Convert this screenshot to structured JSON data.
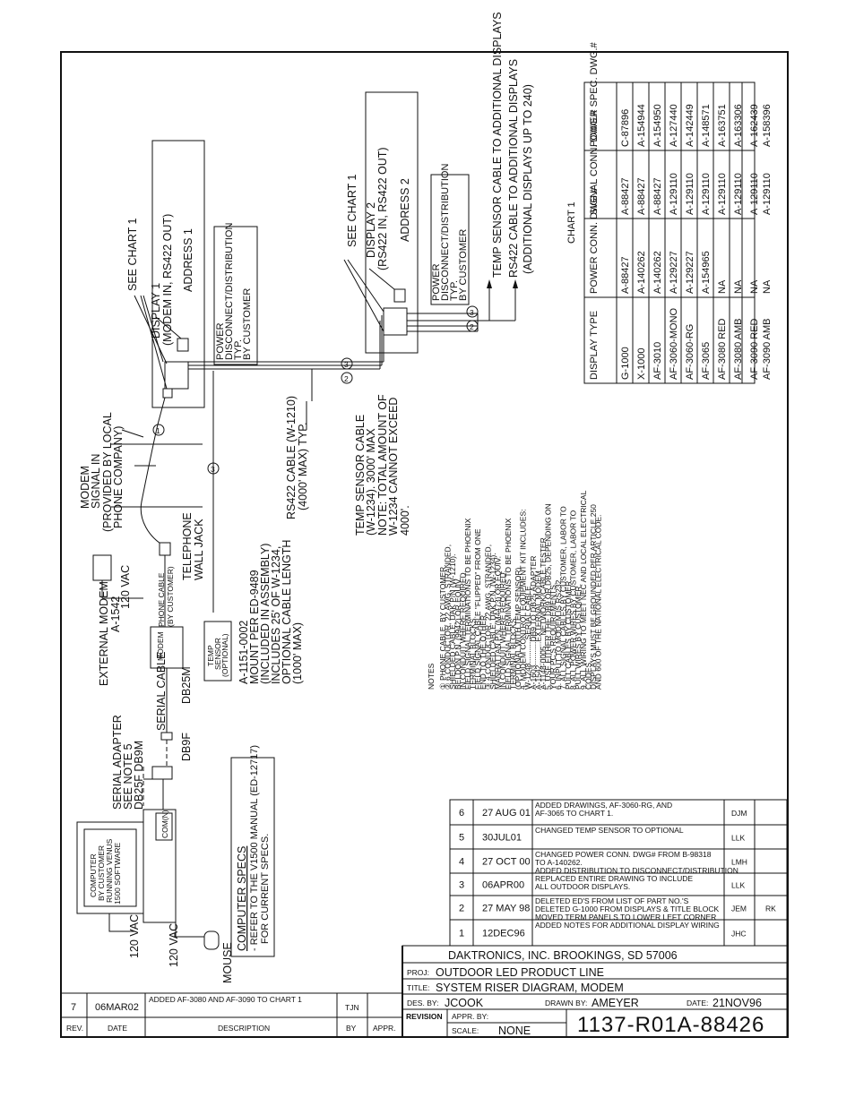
{
  "chart1": {
    "title": "CHART 1",
    "headers": [
      "DISPLAY TYPE",
      "POWER CONN. DWG.#",
      "SIGNAL CONN. DWG.#",
      "POWER SPEC. DWG.#"
    ],
    "rows": [
      [
        "G-1000",
        "A-88427",
        "A-88427",
        "C-87896"
      ],
      [
        "X-1000",
        "A-140262",
        "A-88427",
        "A-154944"
      ],
      [
        "AF-3010",
        "A-140262",
        "A-88427",
        "A-154950"
      ],
      [
        "AF-3060-MONO",
        "A-129227",
        "A-129110",
        "A-127440"
      ],
      [
        "AF-3060-RG",
        "A-129227",
        "A-129110",
        "A-142449"
      ],
      [
        "AF-3065",
        "A-154965",
        "A-129110",
        "A-148571"
      ],
      [
        "AF-3080 RED",
        "NA",
        "A-129110",
        "A-163751"
      ],
      [
        "AF-3080 AMB",
        "NA",
        "A-129110",
        "A-163306"
      ],
      [
        "AF-3090 RED",
        "NA",
        "A-129110",
        "A-162439"
      ],
      [
        "AF-3090 AMB",
        "NA",
        "A-129110",
        "A-158396"
      ]
    ]
  },
  "display1": {
    "see_chart": "SEE CHART 1",
    "title_lines": [
      "DISPLAY 1",
      "(MODEM IN, RS422 OUT)"
    ],
    "address": "ADDRESS 1",
    "power_lines": [
      "POWER",
      "DISCONNECT/DISTRIBUTION",
      "TYP.",
      "BY CUSTOMER"
    ]
  },
  "display2": {
    "see_chart": "SEE CHART 1",
    "title_lines": [
      "DISPLAY 2",
      "(RS422 IN, RS422 OUT)"
    ],
    "address": "ADDRESS 2",
    "power_lines": [
      "POWER",
      "DISCONNECT/DISTRIBUTION",
      "TYP.",
      "BY CUSTOMER"
    ]
  },
  "cables": {
    "temp_additional": "TEMP SENSOR CABLE TO ADDITIONAL DISPLAYS",
    "rs422_additional": [
      "RS422 CABLE TO ADDITIONAL DISPLAYS",
      "(ADDITIONAL DISPLAYS UP TO 240)"
    ],
    "rs422_lines": [
      "RS422 CABLE (W-1210)",
      "(4000' MAX) TYP."
    ],
    "temp_lines": [
      "TEMP SENSOR CABLE",
      "(W-1234). 3000' MAX",
      "NOTE: TOTAL AMOUNT OF",
      "W-1234 CANNOT EXCEED",
      "4000'."
    ],
    "modem_signal": [
      "MODEM",
      "SIGNAL IN",
      "(PROVIDED BY LOCAL",
      "PHONE COMPANY)"
    ],
    "wall_jack": [
      "TELEPHONE",
      "WALL JACK"
    ],
    "phone_cable": [
      "PHONE CABLE",
      "(BY CUSTOMER)"
    ],
    "vac_box": "120 VAC",
    "modem_box": "MODEM",
    "external_modem": [
      "EXTERNAL MODEM",
      "A-1542"
    ],
    "db25m": "DB25M",
    "temp_sensor": [
      "TEMP",
      "SENSOR",
      "(OPTIONAL)"
    ],
    "sensor_lines": [
      "A-1151-0002",
      "MOUNT PER ED-9489",
      "(INCLUDED IN ASSEMBLY)",
      "INCLUDES 25' OF W-1234,",
      "OPTIONAL CABLE LENGTH",
      "(1000' MAX)"
    ],
    "serial_cable": "SERIAL CABLE",
    "db9f": "DB9F",
    "serial_adapter": [
      "SERIAL ADAPTER",
      "SEE NOTE 5",
      "DB25F DB9M"
    ],
    "computer_lines": [
      "COMPUTER",
      "BY CUSTOMER",
      "RUNNING VENUS",
      "1500 SOFTWARE"
    ],
    "com": "COM(N)",
    "vac1": "120 VAC",
    "vac2": "120 VAC",
    "mouse": "MOUSE",
    "specs_title": "COMPUTER SPECS",
    "specs_lines": [
      "- REFER TO THE V1500 MANUAL (ED-12717)",
      "FOR CURRENT SPECS."
    ]
  },
  "notes": {
    "title": "NOTES",
    "lines": [
      "① PHONE CABLE. BY CUSTOMER.",
      "② 6 CONDUCTOR, 22 AWG, STRANDED,",
      "SHIELDED CABLE. DAK P/N (W-1210).",
      "BELDON P.N. (9942) OR EQUIV.",
      "IN CONDUIT WHERE REQUIRED.",
      "FIELD SIGNAL TERMINATIONS TO BE PHOENIX",
      "TERMINAL BLOCKS.",
      "FIELD SIGNAL CABLE \"FLIPPED\" FROM ONE",
      "END TO THE OTHER.",
      "③ 4 CONDUCTOR, 22 AWG, STRANDED,",
      "SHIELDED CABLE. DAK P.N. (W-1234).",
      "MANHATTAN P.N. (M4473) OR EQUIV.",
      "IN CONDUIT WHERE REQUIRED.",
      "FIELD SIGNAL TERMINATIONS TO BE PHOENIX",
      "TERMINAL BLOCKS.",
      "(OPTIONAL WITH TEMP SENSOR)",
      "4. MODEM CONTROL EQUIPMENT KIT INCLUDES:",
      "W-1248...........SERIAL CABLE",
      "A-1603...........DB9 TO DB25 ADAPTER",
      "A-1542...........EXTERNAL MODEM",
      "A-1148-0005.....NETWORK/CABLE TESTER",
      "5. USE EITHER THE DB9 OR DB25, DEPENDING ON",
      "YOUR PC'S REQUIREMENTS.",
      "6. INPUT TO MODEM IS RS232.",
      "7. ALL SIGNAL CABLES BY CUSTOMER, LABOR TO",
      "PULL CABLES BY CUSTOMER.",
      "8. ALL POWER WIRES BY CUSTOMER, LABOR TO",
      "PULL WIRES BY CUSTOMER.",
      "9. ALL WIRING TO MEET NEC AND LOCAL ELECTRICAL",
      "CODES.",
      "DISPLAYS MUST BE GROUNDED PER ARTICLE 250",
      "AND 600 OF THE NATIONAL ELECTRICAL CODE."
    ]
  },
  "revisions_right": [
    {
      "rev": "6",
      "date": "27 AUG 01",
      "desc": [
        "ADDED DRAWINGS, AF-3060-RG, AND",
        "AF-3065 TO CHART 1."
      ],
      "by": "DJM",
      "appr": ""
    },
    {
      "rev": "5",
      "date": "30JUL01",
      "desc": [
        "CHANGED TEMP SENSOR TO OPTIONAL"
      ],
      "by": "LLK",
      "appr": ""
    },
    {
      "rev": "4",
      "date": "27 OCT 00",
      "desc": [
        "CHANGED POWER CONN. DWG# FROM B-98318",
        "TO A-140262.",
        "ADDED DISTRIBUTION TO DISCONNECT/DISTRIBUTION"
      ],
      "by": "LMH",
      "appr": ""
    },
    {
      "rev": "3",
      "date": "06APR00",
      "desc": [
        "REPLACED ENTIRE DRAWING TO INCLUDE",
        "ALL OUTDOOR DISPLAYS."
      ],
      "by": "LLK",
      "appr": ""
    },
    {
      "rev": "2",
      "date": "27 MAY 98",
      "desc": [
        "DELETED ED'S FROM LIST OF PART NO.'S",
        "DELETED G-1000 FROM DISPLAYS & TITLE BLOCK",
        "MOVED TERM PANELS TO LOWER LEFT CORNER"
      ],
      "by": "JEM",
      "appr": "RK"
    },
    {
      "rev": "1",
      "date": "12DEC96",
      "desc": [
        "ADDED NOTES FOR ADDITIONAL DISPLAY WIRING"
      ],
      "by": "JHC",
      "appr": ""
    }
  ],
  "revision_left": {
    "rev": "7",
    "date": "06MAR02",
    "desc": "ADDED AF-3080 AND AF-3090 TO CHART 1",
    "by": "TJN",
    "appr": ""
  },
  "revision_headers": {
    "rev": "REV.",
    "date": "DATE",
    "desc": "DESCRIPTION",
    "by": "BY",
    "appr": "APPR."
  },
  "title_block": {
    "company": "DAKTRONICS, INC.   BROOKINGS, SD 57006",
    "proj_label": "PROJ:",
    "proj": "OUTDOOR LED PRODUCT LINE",
    "title_label": "TITLE:",
    "title": "SYSTEM RISER DIAGRAM, MODEM",
    "des_label": "DES. BY:",
    "des": "JCOOK",
    "drawn_label": "DRAWN BY:",
    "drawn": "AMEYER",
    "date_label": "DATE:",
    "date": "21NOV96",
    "revision_label": "REVISION",
    "appr_label": "APPR. BY:",
    "scale_label": "SCALE:",
    "scale": "NONE",
    "drawing_number": "1137-R01A-88426"
  }
}
